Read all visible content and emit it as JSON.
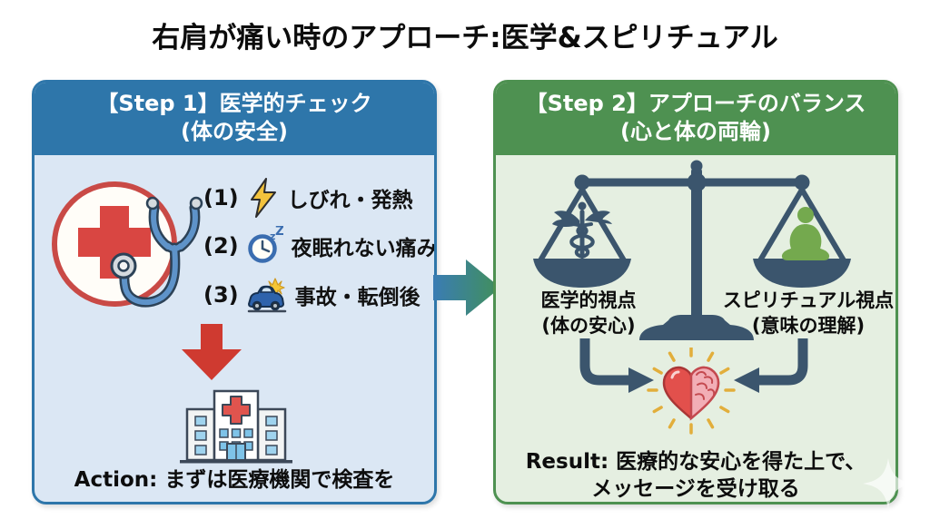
{
  "title": "右肩が痛い時のアプローチ:医学&スピリチュアル",
  "colors": {
    "blue": "#2e76aa",
    "blue-body": "#dbe7f4",
    "green": "#4e9151",
    "green-body": "#e5efe1",
    "slate": "#3b556d",
    "arrow-red": "#cf3a30",
    "cross-red": "#d94642",
    "gold": "#e2ae3b",
    "person-green": "#74a94e",
    "heart-red": "#e2504c",
    "brain-pink": "#f2aeb6"
  },
  "step1": {
    "header_line1": "【Step 1】医学的チェック",
    "header_line2": "(体の安全)",
    "items": [
      {
        "num": "(1)",
        "label": "しびれ・発熱"
      },
      {
        "num": "(2)",
        "label": "夜眠れない痛み"
      },
      {
        "num": "(3)",
        "label": "事故・転倒後"
      }
    ],
    "action": "Action: まずは医療機関で検査を"
  },
  "step2": {
    "header_line1": "【Step 2】アプローチのバランス",
    "header_line2": "(心と体の両輪)",
    "scale_left_line1": "医学的視点",
    "scale_left_line2": "(体の安心)",
    "scale_right_line1": "スピリチュアル視点",
    "scale_right_line2": "(意味の理解)",
    "result_line1": "Result: 医療的な安心を得た上で、",
    "result_line2": "メッセージを受け取る"
  },
  "clock_marks": {
    "small_z": "z",
    "big_z": "Z"
  }
}
